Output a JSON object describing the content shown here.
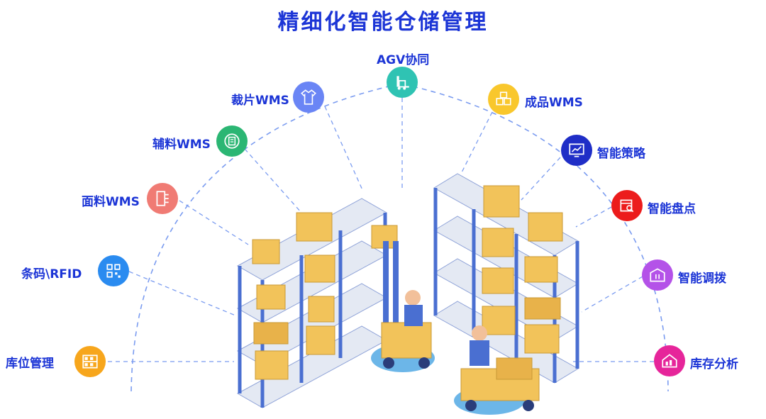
{
  "title": "精细化智能仓储管理",
  "nodes": [
    {
      "id": "kuwei",
      "label": "库位管理",
      "color": "#f7a61c",
      "icon": "shelf-grid-icon"
    },
    {
      "id": "tiaoma",
      "label": "条码\\RFID",
      "color": "#2a8bf0",
      "icon": "qr-code-icon"
    },
    {
      "id": "mianliao",
      "label": "面料WMS",
      "color": "#f07b74",
      "icon": "fabric-roll-icon"
    },
    {
      "id": "fuliao",
      "label": "辅料WMS",
      "color": "#2bb673",
      "icon": "document-icon"
    },
    {
      "id": "caipian",
      "label": "裁片WMS",
      "color": "#6a85f5",
      "icon": "shirt-icon"
    },
    {
      "id": "agv",
      "label": "AGV协同",
      "color": "#2fc3b3",
      "icon": "forklift-icon"
    },
    {
      "id": "chengpin",
      "label": "成品WMS",
      "color": "#f9c72c",
      "icon": "boxes-icon"
    },
    {
      "id": "celue",
      "label": "智能策略",
      "color": "#1f2ec7",
      "icon": "monitor-chart-icon"
    },
    {
      "id": "pandian",
      "label": "智能盘点",
      "color": "#ec1c1c",
      "icon": "box-search-icon"
    },
    {
      "id": "diaobo",
      "label": "智能调拨",
      "color": "#b452e8",
      "icon": "box-transfer-icon"
    },
    {
      "id": "fenxi",
      "label": "库存分析",
      "color": "#e6259a",
      "icon": "house-chart-icon"
    }
  ]
}
